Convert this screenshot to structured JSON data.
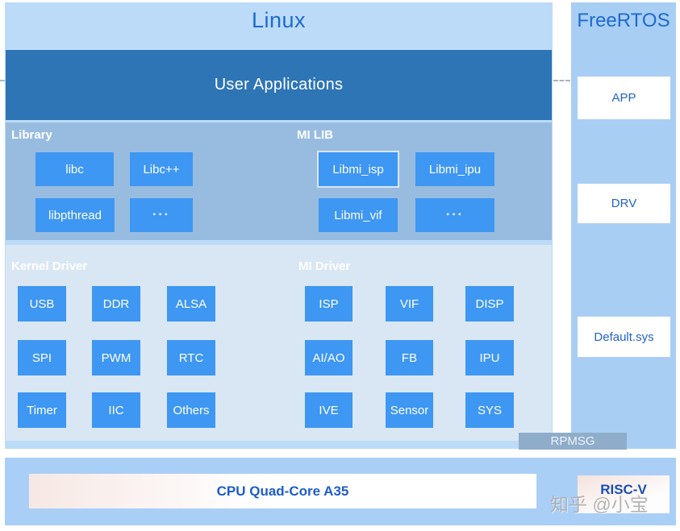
{
  "linux": {
    "title": "Linux",
    "user_applications_label": "User Applications",
    "library": {
      "label": "Library",
      "boxes": [
        "libc",
        "Libc++",
        "libpthread",
        "···"
      ]
    },
    "mi_lib": {
      "label": "MI LIB",
      "boxes": [
        "Libmi_isp",
        "Libmi_ipu",
        "Libmi_vif",
        "···"
      ]
    },
    "kernel_driver": {
      "label": "Kernel Driver",
      "boxes": [
        "USB",
        "DDR",
        "ALSA",
        "SPI",
        "PWM",
        "RTC",
        "Timer",
        "IIC",
        "Others"
      ]
    },
    "mi_driver": {
      "label": "MI Driver",
      "boxes": [
        "ISP",
        "VIF",
        "DISP",
        "AI/AO",
        "FB",
        "IPU",
        "IVE",
        "Sensor",
        "SYS"
      ]
    }
  },
  "freertos": {
    "title": "FreeRTOS",
    "boxes": [
      "APP",
      "DRV",
      "Default.sys"
    ]
  },
  "rpmsg_label": "RPMSG",
  "hardware": {
    "cpu_label": "CPU Quad-Core A35",
    "riscv_label": "RISC-V"
  },
  "watermark": "知乎 @小宝",
  "colors": {
    "linux_panel_bg": "#bcdbf8",
    "freertos_panel_bg": "#a9cef3",
    "bottom_bar_bg": "#aacff7",
    "user_applications_bg": "#2e75b6",
    "library_section_bg": "#98bcdf",
    "kernel_section_bg": "#d9e7f5",
    "box_blue": "#3e97f2",
    "title_blue": "#1c6bd0",
    "white_box_text": "#2264c6",
    "rpmsg_bg": "#8fadca",
    "cpu_text_blue": "#1d5cc9",
    "cpu_box_gradient_start": "#f6e8e4"
  }
}
